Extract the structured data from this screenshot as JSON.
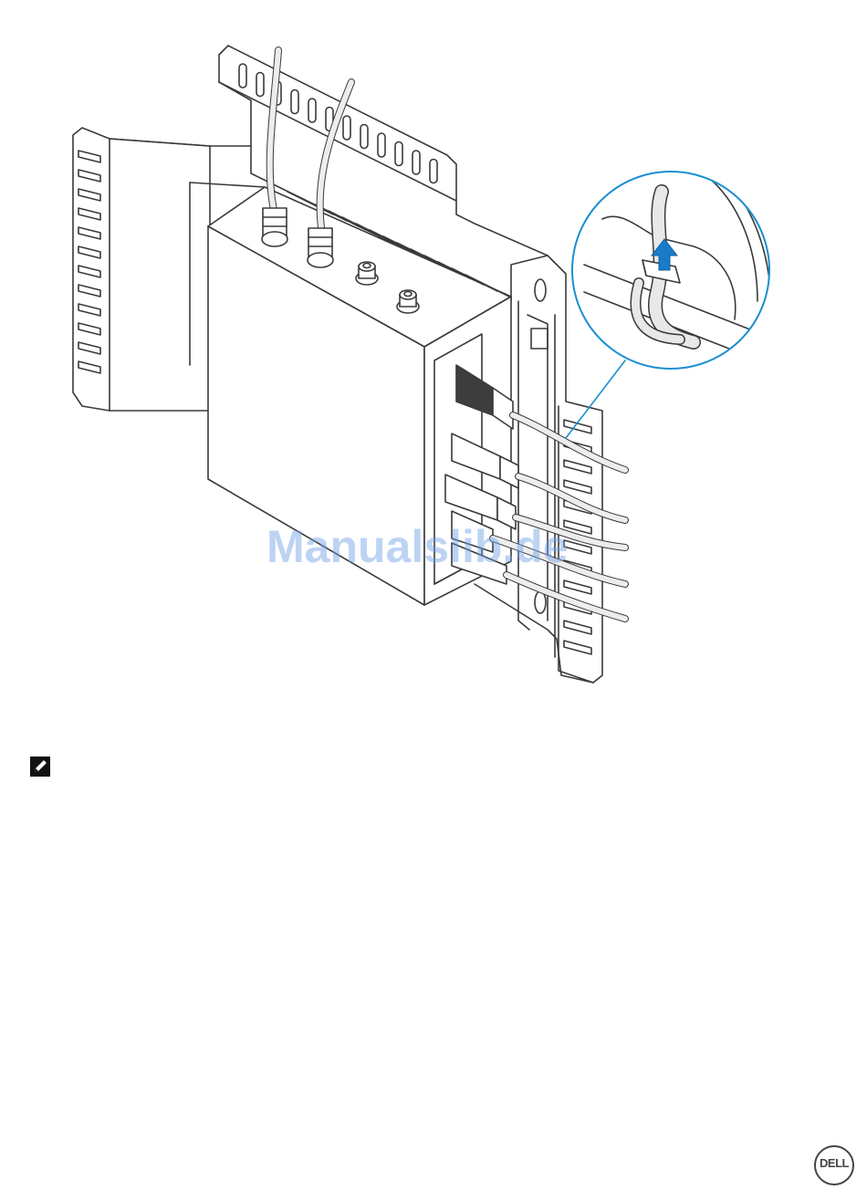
{
  "watermark": {
    "text": "Manualslib.de"
  },
  "icons": {
    "note": "pencil-note-icon",
    "mount_arrow": "up-arrow-icon"
  },
  "logo": {
    "name": "Dell",
    "text": "DELL"
  },
  "colors": {
    "line": "#3a3a3a",
    "callout": "#1a8fd1",
    "arrow": "#1a7cc8",
    "cable": "#e6e6e6",
    "watermark": "#6f9fe6"
  }
}
